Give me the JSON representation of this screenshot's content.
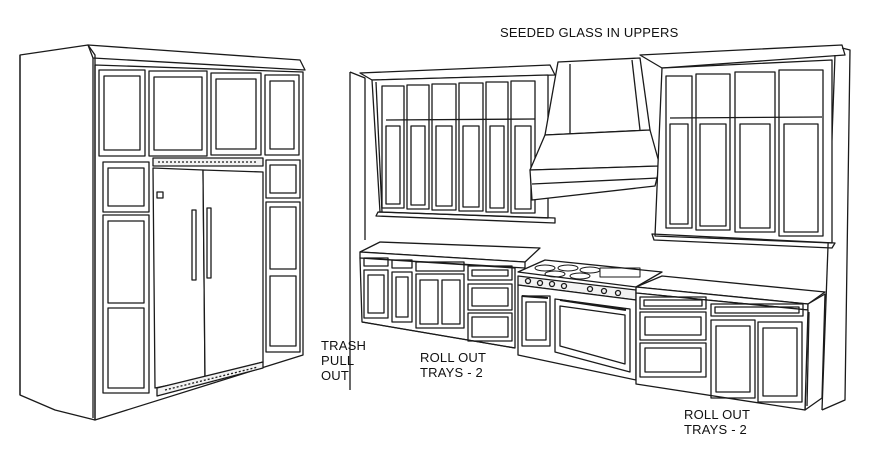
{
  "annotations": {
    "upper_glass_note": "SEEDED GLASS IN UPPERS",
    "trash_note": [
      "TRASH",
      "PULL",
      "OUT"
    ],
    "roll_out_left": [
      "ROLL OUT",
      "TRAYS - 2"
    ],
    "roll_out_right": [
      "ROLL OUT",
      "TRAYS - 2"
    ]
  },
  "colors": {
    "line": "#1a1a1a",
    "fill": "#ffffff",
    "shade": "#f2f2f2"
  }
}
